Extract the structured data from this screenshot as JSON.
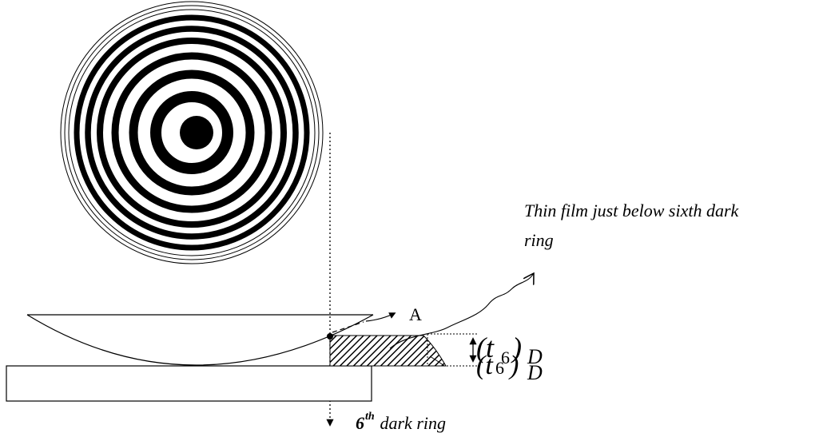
{
  "labels": {
    "film_caption_line1": "Thin film just below sixth dark",
    "film_caption_line2": "ring",
    "point_a": "A",
    "thickness_symbol_a": "(t",
    "thickness_sub_a": "6",
    "thickness_close_a": ")",
    "thickness_outer_a": "D",
    "thickness_symbol_b": "(t",
    "thickness_sub_b": "6",
    "thickness_close_b": ")",
    "thickness_outer_b": "D",
    "ring_number": "6",
    "ring_suffix": "th",
    "ring_caption": " dark ring"
  },
  "rings": {
    "dark_ring_count": 6,
    "thin_outer_circle_count": 3
  },
  "colors": {
    "stroke": "#000000",
    "background": "#ffffff"
  }
}
